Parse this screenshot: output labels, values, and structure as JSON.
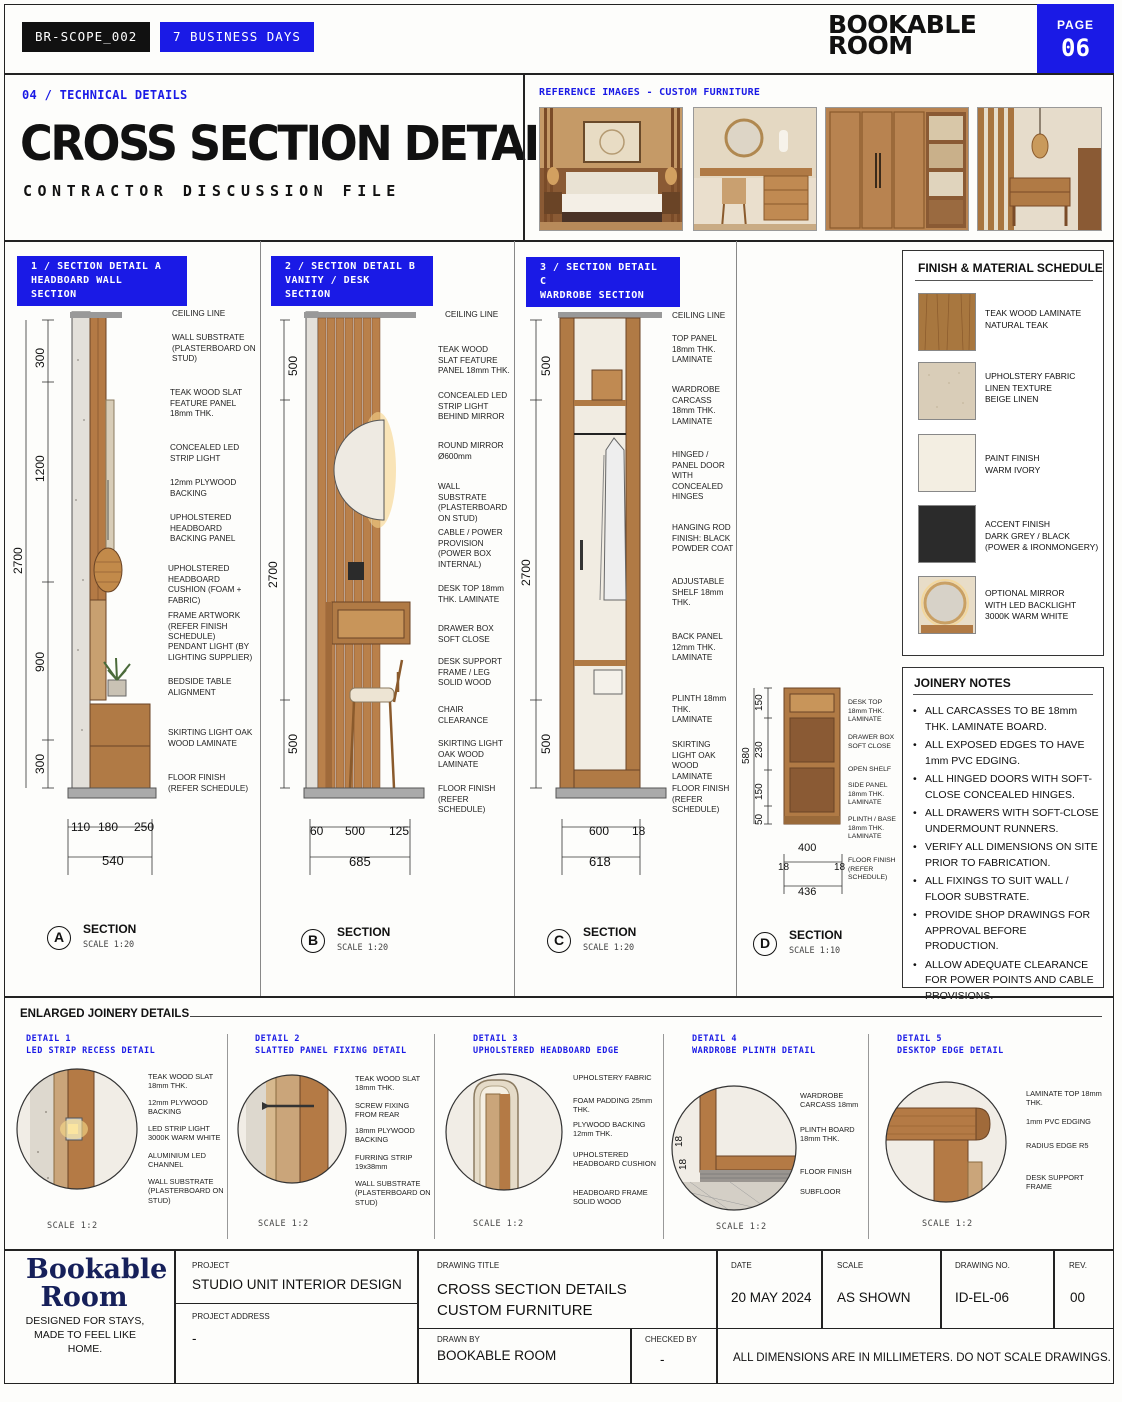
{
  "header": {
    "scope_tag": "BR-SCOPE_002",
    "days_tag": "7 BUSINESS DAYS",
    "brand_line1": "BOOKABLE",
    "brand_line2": "ROOM",
    "page_label": "PAGE",
    "page_number": "06"
  },
  "title_block": {
    "section_ref": "04 / TECHNICAL DETAILS",
    "title": "CROSS SECTION DETAILS",
    "subtitle": "CONTRACTOR DISCUSSION FILE",
    "ref_heading": "REFERENCE IMAGES - CUSTOM FURNITURE"
  },
  "sections": [
    {
      "box_line1": "1 / SECTION DETAIL A",
      "box_line2": "HEADBOARD WALL SECTION",
      "labels": [
        "CEILING LINE",
        "WALL SUBSTRATE (PLASTERBOARD ON STUD)",
        "TEAK WOOD SLAT FEATURE PANEL 18mm THK.",
        "CONCEALED LED STRIP LIGHT",
        "12mm PLYWOOD BACKING",
        "UPHOLSTERED HEADBOARD BACKING PANEL",
        "UPHOLSTERED HEADBOARD CUSHION (FOAM + FABRIC)",
        "FRAME ARTWORK (REFER FINISH SCHEDULE)",
        "PENDANT LIGHT (BY LIGHTING SUPPLIER)",
        "BEDSIDE TABLE ALIGNMENT",
        "SKIRTING LIGHT OAK WOOD LAMINATE",
        "FLOOR FINISH (REFER SCHEDULE)"
      ],
      "dims_v": [
        "300",
        "1200",
        "900",
        "300"
      ],
      "dim_total": "2700",
      "dims_h": [
        "110",
        "180",
        "250"
      ],
      "dim_width": "540",
      "letter": "A",
      "section_word": "SECTION",
      "scale": "SCALE 1:20"
    },
    {
      "box_line1": "2 / SECTION DETAIL B",
      "box_line2": "VANITY / DESK SECTION",
      "labels": [
        "CEILING LINE",
        "TEAK WOOD SLAT FEATURE PANEL 18mm THK.",
        "CONCEALED LED STRIP LIGHT BEHIND MIRROR",
        "ROUND MIRROR Ø600mm",
        "WALL SUBSTRATE (PLASTERBOARD ON STUD)",
        "CABLE / POWER PROVISION (POWER BOX INTERNAL)",
        "DESK TOP 18mm THK. LAMINATE",
        "DRAWER BOX SOFT CLOSE",
        "DESK SUPPORT FRAME / LEG SOLID WOOD",
        "CHAIR CLEARANCE",
        "SKIRTING LIGHT OAK WOOD LAMINATE",
        "FLOOR FINISH (REFER SCHEDULE)"
      ],
      "dims_v": [
        "500",
        "500"
      ],
      "dim_total": "2700",
      "dims_h": [
        "60",
        "500",
        "125"
      ],
      "dim_width": "685",
      "letter": "B",
      "section_word": "SECTION",
      "scale": "SCALE 1:20"
    },
    {
      "box_line1": "3 / SECTION DETAIL C",
      "box_line2": "WARDROBE SECTION",
      "labels": [
        "CEILING LINE",
        "TOP PANEL 18mm THK. LAMINATE",
        "WARDROBE CARCASS 18mm THK. LAMINATE",
        "HINGED / PANEL DOOR WITH CONCEALED HINGES",
        "HANGING ROD FINISH: BLACK POWDER COAT",
        "ADJUSTABLE SHELF 18mm THK.",
        "BACK PANEL 12mm THK. LAMINATE",
        "PLINTH 18mm THK. LAMINATE",
        "SKIRTING LIGHT OAK WOOD LAMINATE",
        "FLOOR FINISH (REFER SCHEDULE)"
      ],
      "dims_v": [
        "500",
        "500"
      ],
      "dim_total": "2700",
      "dims_h": [
        "600",
        "18"
      ],
      "dim_width": "618",
      "letter": "C",
      "section_word": "SECTION",
      "scale": "SCALE 1:20"
    },
    {
      "labels": [
        "DESK TOP 18mm THK. LAMINATE",
        "DRAWER BOX SOFT CLOSE",
        "OPEN SHELF",
        "SIDE PANEL 18mm THK. LAMINATE",
        "PLINTH / BASE 18mm THK. LAMINATE",
        "FLOOR FINISH (REFER SCHEDULE)"
      ],
      "dims_v": [
        "150",
        "230",
        "150",
        "50"
      ],
      "dim_total": "580",
      "dims_h": [
        "18",
        "400",
        "18"
      ],
      "dim_width": "436",
      "letter": "D",
      "section_word": "SECTION",
      "scale": "SCALE 1:10"
    }
  ],
  "finish_schedule": {
    "heading": "FINISH & MATERIAL SCHEDULE",
    "items": [
      {
        "lines": [
          "TEAK WOOD LAMINATE",
          "NATURAL TEAK"
        ],
        "color": "#a8773f"
      },
      {
        "lines": [
          "UPHOLSTERY FABRIC",
          "LINEN TEXTURE",
          "BEIGE LINEN"
        ],
        "color": "#d9cdb8"
      },
      {
        "lines": [
          "PAINT FINISH",
          "WARM IVORY"
        ],
        "color": "#f3eee2"
      },
      {
        "lines": [
          "ACCENT FINISH",
          "DARK GREY / BLACK",
          "(POWER & IRONMONGERY)"
        ],
        "color": "#2b2b2b"
      },
      {
        "lines": [
          "OPTIONAL MIRROR",
          "WITH LED BACKLIGHT",
          "3000K WARM WHITE"
        ],
        "color": "#e8d6b4"
      }
    ]
  },
  "joinery_notes": {
    "heading": "JOINERY NOTES",
    "items": [
      "ALL CARCASSES TO BE 18mm THK. LAMINATE BOARD.",
      "ALL EXPOSED EDGES TO HAVE 1mm PVC EDGING.",
      "ALL HINGED DOORS WITH SOFT-CLOSE CONCEALED HINGES.",
      "ALL DRAWERS WITH SOFT-CLOSE UNDERMOUNT RUNNERS.",
      "VERIFY ALL DIMENSIONS ON SITE PRIOR TO FABRICATION.",
      "ALL FIXINGS TO SUIT WALL / FLOOR SUBSTRATE.",
      "PROVIDE SHOP DRAWINGS FOR APPROVAL BEFORE PRODUCTION.",
      "ALLOW ADEQUATE CLEARANCE FOR POWER POINTS AND CABLE PROVISIONS."
    ]
  },
  "enlarged": {
    "heading": "ENLARGED JOINERY DETAILS",
    "details": [
      {
        "num": "DETAIL 1",
        "name": "LED STRIP RECESS DETAIL",
        "scale": "SCALE 1:2",
        "labels": [
          "TEAK WOOD SLAT 18mm THK.",
          "12mm PLYWOOD BACKING",
          "LED STRIP LIGHT 3000K WARM WHITE",
          "ALUMINIUM LED CHANNEL",
          "WALL SUBSTRATE (PLASTERBOARD ON STUD)"
        ]
      },
      {
        "num": "DETAIL 2",
        "name": "SLATTED PANEL FIXING DETAIL",
        "scale": "SCALE 1:2",
        "labels": [
          "TEAK WOOD SLAT 18mm THK.",
          "SCREW FIXING FROM REAR",
          "18mm PLYWOOD BACKING",
          "FURRING STRIP 19x38mm",
          "WALL SUBSTRATE (PLASTERBOARD ON STUD)"
        ]
      },
      {
        "num": "DETAIL 3",
        "name": "UPHOLSTERED HEADBOARD EDGE",
        "scale": "SCALE 1:2",
        "labels": [
          "UPHOLSTERY FABRIC",
          "FOAM PADDING 25mm THK.",
          "PLYWOOD BACKING 12mm THK.",
          "UPHOLSTERED HEADBOARD CUSHION",
          "HEADBOARD FRAME SOLID WOOD"
        ]
      },
      {
        "num": "DETAIL 4",
        "name": "WARDROBE PLINTH DETAIL",
        "scale": "SCALE 1:2",
        "labels": [
          "WARDROBE CARCASS 18mm",
          "PLINTH BOARD 18mm THK.",
          "FLOOR FINISH",
          "SUBFLOOR"
        ],
        "dims": [
          "18",
          "18"
        ]
      },
      {
        "num": "DETAIL 5",
        "name": "DESKTOP EDGE DETAIL",
        "scale": "SCALE 1:2",
        "labels": [
          "LAMINATE TOP 18mm THK.",
          "1mm PVC EDGING",
          "RADIUS EDGE R5",
          "DESK SUPPORT FRAME"
        ]
      }
    ]
  },
  "footer": {
    "logo_line1": "Bookable",
    "logo_line2": "Room",
    "tagline1": "DESIGNED FOR STAYS,",
    "tagline2": "MADE TO FEEL LIKE HOME.",
    "project_label": "PROJECT",
    "project": "STUDIO UNIT INTERIOR DESIGN",
    "address_label": "PROJECT ADDRESS",
    "address": "-",
    "drawing_title_label": "DRAWING TITLE",
    "drawing_title1": "CROSS SECTION DETAILS",
    "drawing_title2": "CUSTOM FURNITURE",
    "drawn_by_label": "DRAWN BY",
    "drawn_by": "BOOKABLE ROOM",
    "checked_by_label": "CHECKED BY",
    "checked_by": "-",
    "date_label": "DATE",
    "date": "20 MAY 2024",
    "scale_label": "SCALE",
    "scale": "AS SHOWN",
    "drawing_no_label": "DRAWING NO.",
    "drawing_no": "ID-EL-06",
    "rev_label": "REV.",
    "rev": "00",
    "note": "ALL DIMENSIONS ARE IN MILLIMETERS. DO NOT SCALE DRAWINGS."
  }
}
